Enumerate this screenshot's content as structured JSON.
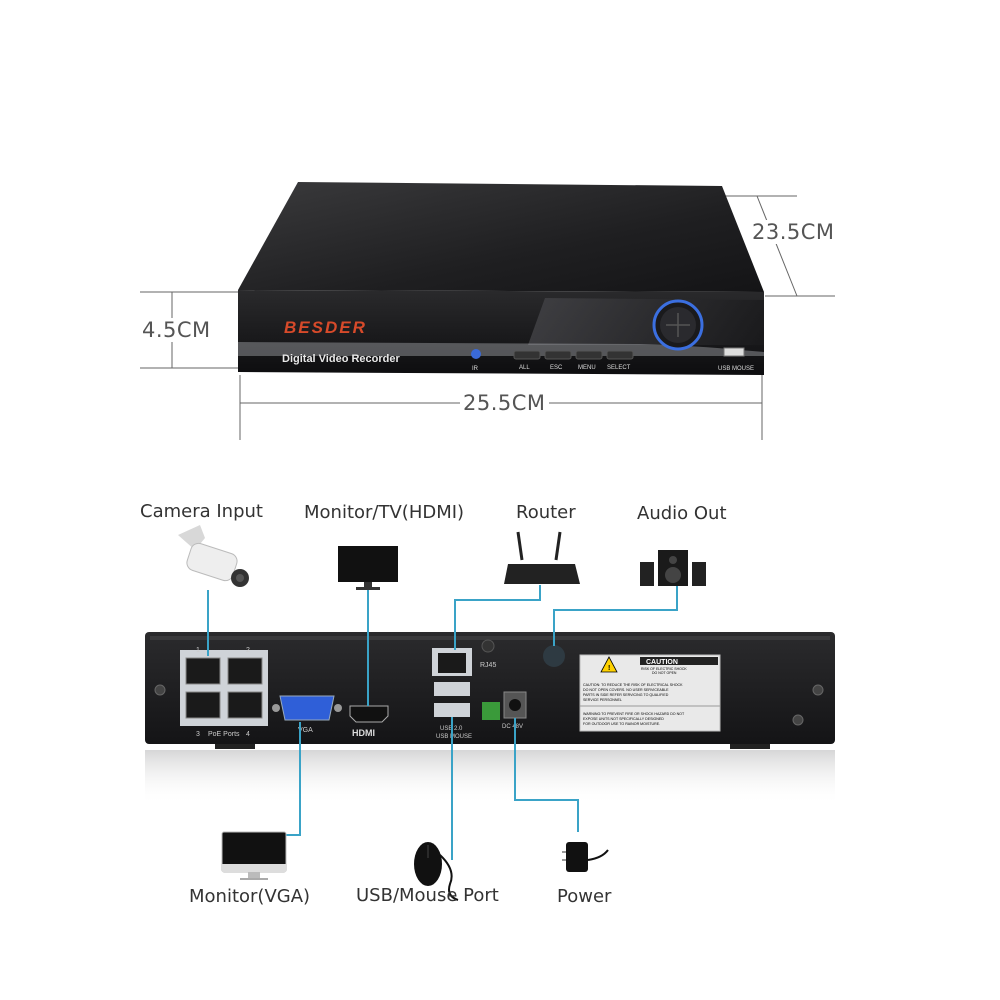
{
  "dimensions": {
    "depth": "23.5CM",
    "height": "4.5CM",
    "width": "25.5CM"
  },
  "front_panel": {
    "brand": "BESDER",
    "model": "Digital  Video  Recorder",
    "ir": "IR",
    "buttons": [
      "ALL",
      "ESC",
      "MENU",
      "SELECT"
    ],
    "usb": "USB MOUSE"
  },
  "rear_panel": {
    "port1": "1",
    "port2": "2",
    "port3": "3",
    "port4": "4",
    "poe": "PoE Ports",
    "vga": "VGA",
    "hdmi": "HDMI",
    "rj45": "RJ45",
    "usb20": "USB 2.0",
    "usb_mouse": "USB MOUSE",
    "dc": "DC 48V",
    "caution_title": "CAUTION",
    "caution_sub1": "RISK OF ELECTRIC SHOCK",
    "caution_sub2": "DO NOT OPEN",
    "caution_body": [
      "CAUTION: TO REDUCE THE RISK OF ELECTRICAL SHOCK",
      "DO NOT OPEN COVERS. NO USER SERVICEABLE",
      "PARTS IN SIDE REFER SERVICING TO QUALIFIED",
      "SERVICE PERSONNEL"
    ],
    "warning_body": [
      "WARNING:TO PREVENT FIRE OR SHOCK HAZARD DO NOT",
      "EXPOSE UNITS NOT SPECIFICALLY DESIGNED",
      "FOR OUTDOOR USE TO RAINOR MOISTURE."
    ]
  },
  "labels": {
    "camera": "Camera Input",
    "hdmi_monitor": "Monitor/TV(HDMI)",
    "router": "Router",
    "audio": "Audio Out",
    "vga_monitor": "Monitor(VGA)",
    "usb_mouse": "USB/Mouse Port",
    "power": "Power"
  },
  "colors": {
    "cable": "#3aa3c7",
    "chassis": "#1d1d1f",
    "accent": "#2f5fd8"
  }
}
